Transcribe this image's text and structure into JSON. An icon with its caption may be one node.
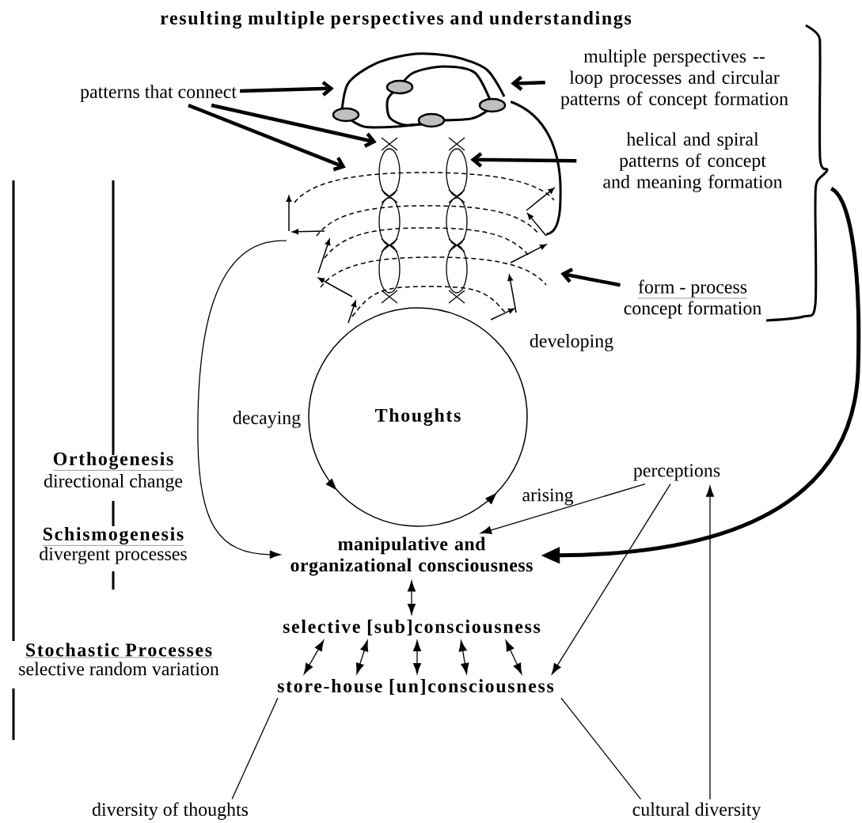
{
  "diagram": {
    "title": "resulting multiple perspectives and understandings",
    "nodes": [
      {
        "text": [
          "patterns that connect"
        ]
      },
      {
        "text": [
          "multiple perspectives -- loop processes and circular patterns of concept formation"
        ]
      },
      {
        "text": [
          "helical and spiral patterns of concept and meaning formation"
        ]
      },
      {
        "text": [
          "form - process",
          "concept formation"
        ]
      },
      {
        "text": [
          "Thoughts"
        ],
        "beside": [
          "developing",
          "decaying",
          "arising"
        ]
      },
      {
        "text": [
          "manipulative and organizational consciousness"
        ]
      },
      {
        "text": [
          "selective [sub]consciousness"
        ]
      },
      {
        "text": [
          "store-house [un]consciousness"
        ]
      },
      {
        "text": [
          "perceptions"
        ]
      },
      {
        "text": [
          "diversity of thoughts"
        ]
      },
      {
        "text": [
          "cultural diversity"
        ]
      },
      {
        "text": [],
        "shape": "loop"
      },
      {
        "text": [],
        "shape": "helix"
      },
      {
        "text": [],
        "shape": "spiral"
      },
      {
        "text": [],
        "shape": "bracket"
      }
    ],
    "edges": [
      {
        "from": 0,
        "to": 11,
        "arrow": "to",
        "style": "thick"
      },
      {
        "from": 0,
        "to": 12,
        "arrow": "to",
        "style": "thick"
      },
      {
        "from": 0,
        "to": 13,
        "arrow": "to",
        "style": "thick"
      },
      {
        "from": 1,
        "to": 11,
        "arrow": "to",
        "style": "thick"
      },
      {
        "from": 2,
        "to": 12,
        "arrow": "to",
        "style": "thick"
      },
      {
        "from": 3,
        "to": 13,
        "arrow": "to",
        "style": "thick"
      },
      {
        "from": 13,
        "to": 5,
        "arrow": "to"
      },
      {
        "from": 14,
        "to": 5,
        "arrow": "to",
        "style": "thick"
      },
      {
        "from": 5,
        "to": 6,
        "arrow": "both"
      },
      {
        "from": 6,
        "to": 7,
        "arrow": "both"
      },
      {
        "from": 6,
        "to": 7,
        "arrow": "both"
      },
      {
        "from": 6,
        "to": 7,
        "arrow": "both"
      },
      {
        "from": 6,
        "to": 7,
        "arrow": "both"
      },
      {
        "from": 6,
        "to": 7,
        "arrow": "both"
      },
      {
        "from": 8,
        "to": 5,
        "arrow": "to"
      },
      {
        "from": 8,
        "to": 7,
        "arrow": "to"
      },
      {
        "from": 10,
        "to": 8,
        "arrow": "to"
      },
      {
        "from": 9,
        "to": 7,
        "arrow": "none"
      },
      {
        "from": 7,
        "to": 10,
        "arrow": "none"
      },
      {
        "from": 11,
        "to": 13,
        "arrow": "none",
        "style": "thick"
      }
    ],
    "labels": [
      "Orthogenesis",
      "directional change",
      "Schismogenesis",
      "divergent processes",
      "Stochastic Processes",
      "selective random variation"
    ]
  }
}
